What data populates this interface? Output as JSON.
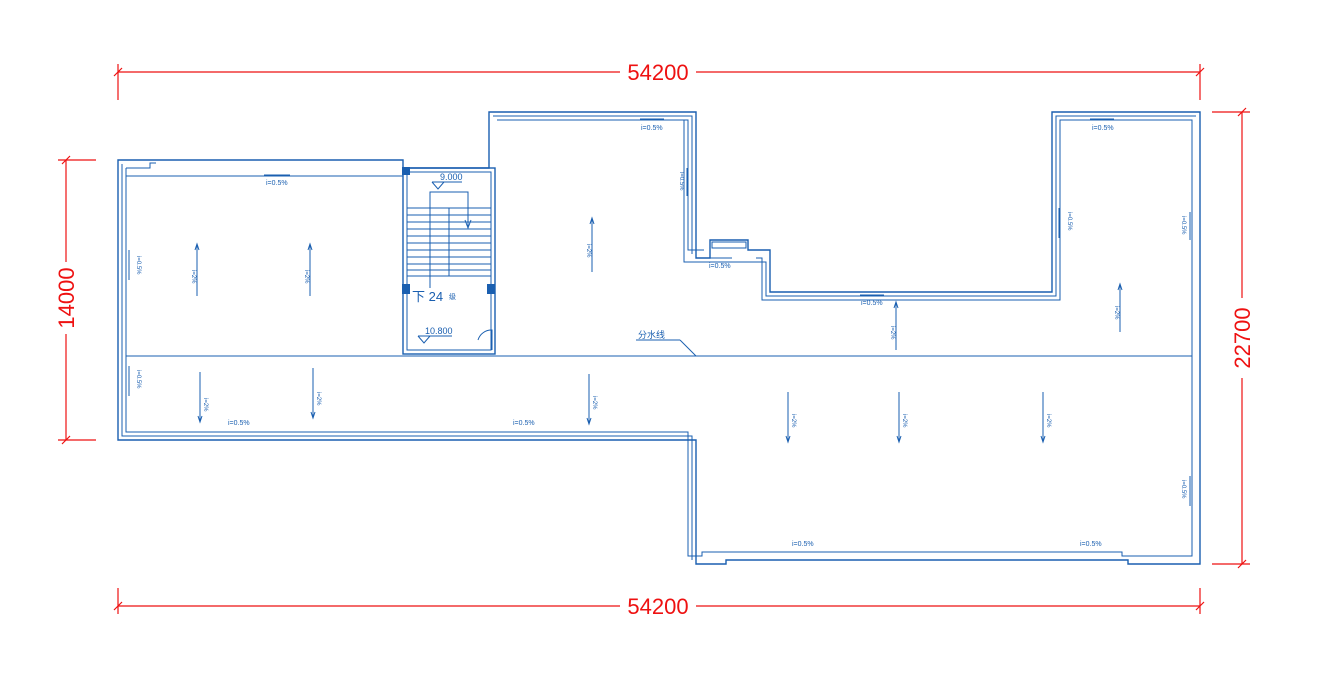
{
  "dimensions": {
    "top_width": "54200",
    "bottom_width": "54200",
    "left_height": "14000",
    "right_height": "22700"
  },
  "stair": {
    "elev_top": "9.000",
    "elev_bottom": "10.800",
    "down_label": "下 24",
    "steps_suffix": "级"
  },
  "ridge_label": "分水线",
  "slopes": {
    "h_05": "i=0.5%",
    "v_05": "i=0.5%",
    "v_2": "i=2%"
  },
  "colors": {
    "dimension": "#e11111",
    "plan": "#1a5fb0"
  }
}
